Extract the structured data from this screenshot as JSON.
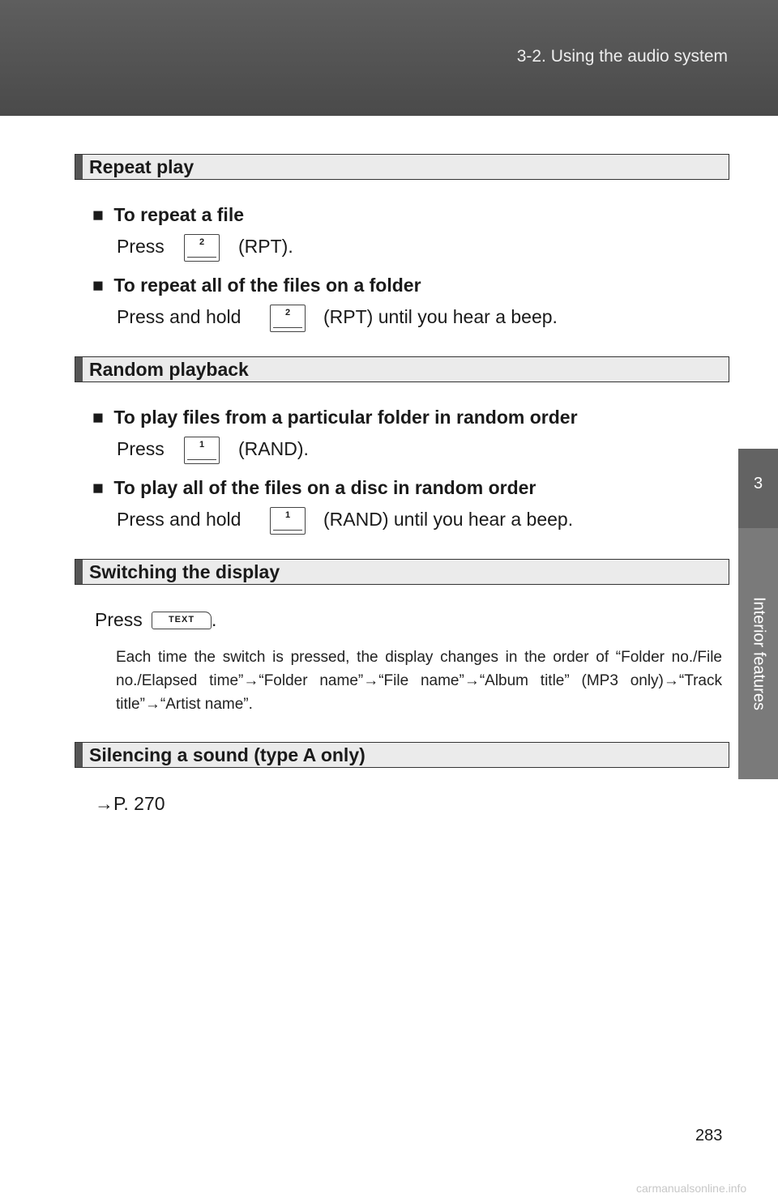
{
  "header": {
    "title": "3-2. Using the audio system"
  },
  "side_tab": {
    "number": "3",
    "label": "Interior features"
  },
  "sections": {
    "repeat": {
      "title": "Repeat play",
      "sub1": "To repeat a file",
      "sub1_press": "Press",
      "sub1_key": "2",
      "sub1_after": "(RPT).",
      "sub2": "To repeat all of the files on a folder",
      "sub2_press": "Press and hold",
      "sub2_key": "2",
      "sub2_after": "(RPT) until you hear a beep."
    },
    "random": {
      "title": "Random playback",
      "sub1": "To play files from a particular folder in random order",
      "sub1_press": "Press",
      "sub1_key": "1",
      "sub1_after": "(RAND).",
      "sub2": "To play all of the files on a disc in random order",
      "sub2_press": "Press and hold",
      "sub2_key": "1",
      "sub2_after": "(RAND) until you hear a beep."
    },
    "display": {
      "title": "Switching the display",
      "press": "Press",
      "key": "TEXT",
      "after": ".",
      "note": "Each time the switch is pressed, the display changes in the order of “Folder no./File no./Elapsed time”→“Folder name”→“File name”→“Album title” (MP3 only)→“Track title”→“Artist name”."
    },
    "silence": {
      "title": "Silencing a sound (type A only)",
      "ref": "→P. 270"
    }
  },
  "bullet": "■",
  "page_number": "283",
  "watermark": "carmanualsonline.info"
}
